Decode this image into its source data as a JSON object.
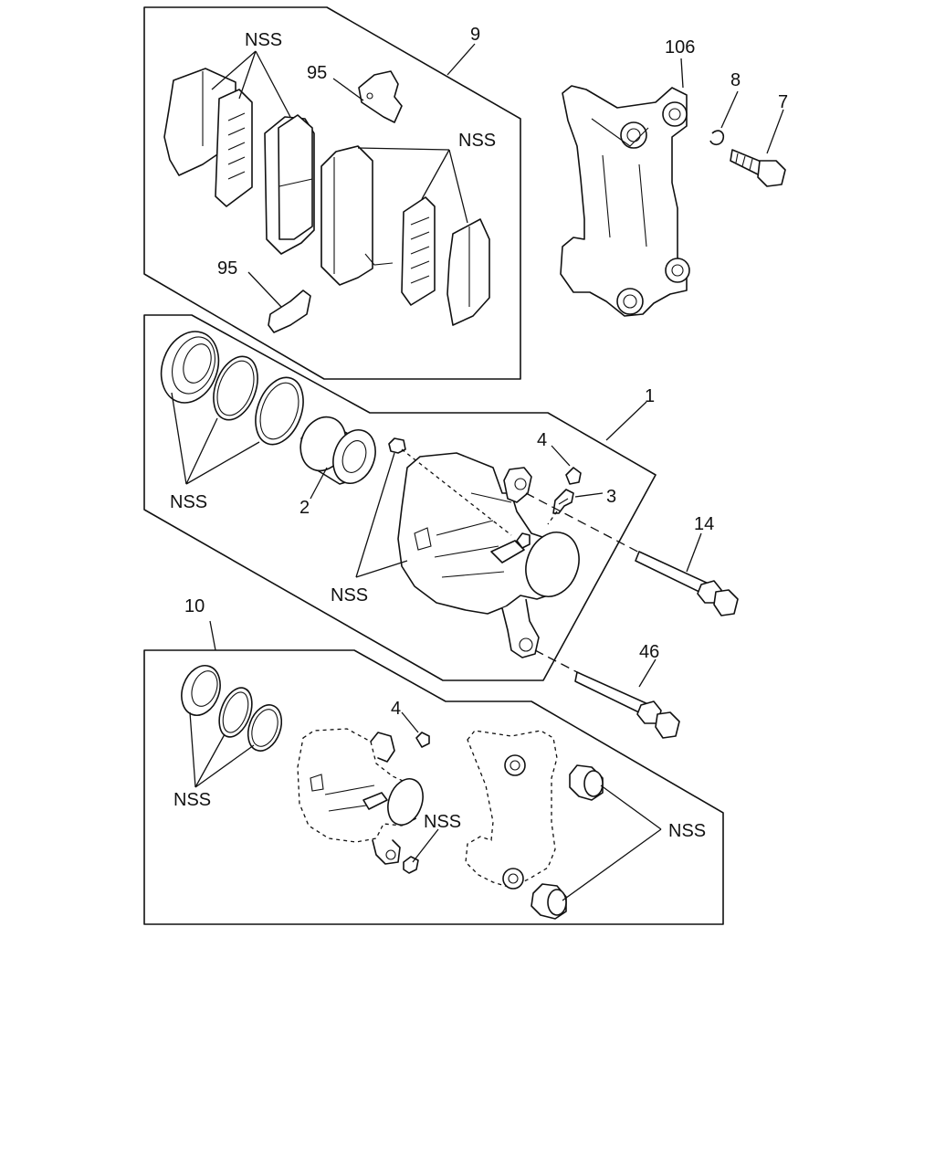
{
  "figure": {
    "callouts": {
      "pad_kit": "9",
      "shim_nss": "NSS",
      "clip_top": "95",
      "pads_nss": "NSS",
      "clip_bottom": "95",
      "bracket": "106",
      "washer": "8",
      "bracket_bolt": "7",
      "caliper": "1",
      "seal_nss": "NSS",
      "piston": "2",
      "bleeder_cap": "4",
      "bleeder_screw": "3",
      "boot_nss": "NSS",
      "guide_pin_upper": "14",
      "guide_pin_lower": "46",
      "seal_kit": "10",
      "kit_cap": "4",
      "kit_seals_nss": "NSS",
      "kit_caliper_nss": "NSS",
      "kit_bushings_nss": "NSS"
    }
  }
}
